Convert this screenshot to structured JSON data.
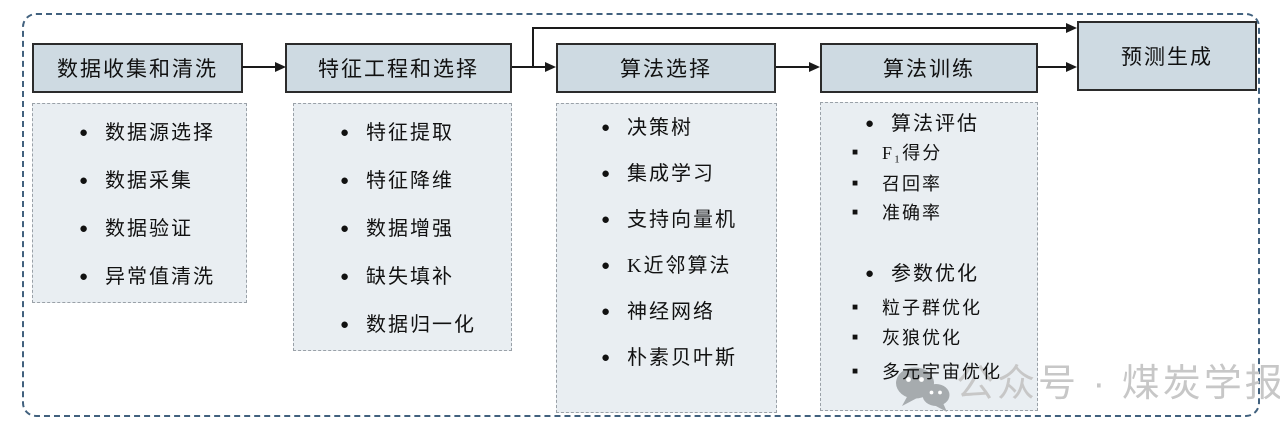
{
  "colors": {
    "stage_fill": "#cedae2",
    "stage_border": "#2b2b2b",
    "detail_fill": "#e9eef2",
    "detail_border": "#9aa1a8",
    "outer_border": "#41617e",
    "arrow": "#1a1a1a",
    "watermark_text": "#c7c7c7",
    "watermark_icon": "#a6abae"
  },
  "bullets": {
    "main": "●",
    "sub": "■"
  },
  "stages": [
    {
      "label": "数据收集和清洗"
    },
    {
      "label": "特征工程和选择"
    },
    {
      "label": "算法选择"
    },
    {
      "label": "算法训练"
    },
    {
      "label": "预测生成"
    }
  ],
  "columns": [
    {
      "items": [
        {
          "type": "main",
          "label": "数据源选择"
        },
        {
          "type": "main",
          "label": "数据采集"
        },
        {
          "type": "main",
          "label": "数据验证"
        },
        {
          "type": "main",
          "label": "异常值清洗"
        }
      ]
    },
    {
      "items": [
        {
          "type": "main",
          "label": "特征提取"
        },
        {
          "type": "main",
          "label": "特征降维"
        },
        {
          "type": "main",
          "label": "数据增强"
        },
        {
          "type": "main",
          "label": "缺失填补"
        },
        {
          "type": "main",
          "label": "数据归一化"
        }
      ]
    },
    {
      "items": [
        {
          "type": "main",
          "label": "决策树"
        },
        {
          "type": "main",
          "label": "集成学习"
        },
        {
          "type": "main",
          "label": "支持向量机"
        },
        {
          "type": "main",
          "label": "K近邻算法"
        },
        {
          "type": "main",
          "label": "神经网络"
        },
        {
          "type": "main",
          "label": "朴素贝叶斯"
        }
      ]
    },
    {
      "items": [
        {
          "type": "main",
          "label": "算法评估"
        },
        {
          "type": "sub",
          "label": "F₁得分"
        },
        {
          "type": "sub",
          "label": "召回率"
        },
        {
          "type": "sub",
          "label": "准确率"
        },
        {
          "type": "main",
          "label": "参数优化"
        },
        {
          "type": "sub",
          "label": "粒子群优化"
        },
        {
          "type": "sub",
          "label": "灰狼优化"
        },
        {
          "type": "sub",
          "label": "多元宇宙优化"
        }
      ]
    }
  ],
  "watermark": {
    "icon": "wechat-icon",
    "text": "公众号 · 煤炭学报"
  }
}
